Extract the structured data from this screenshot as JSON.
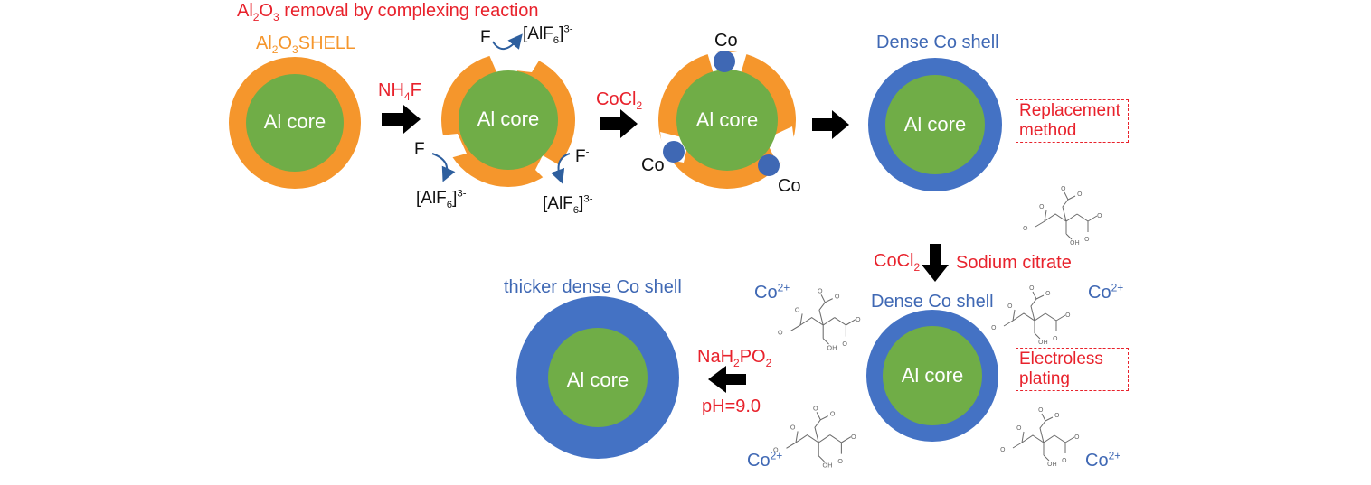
{
  "step1": {
    "title_pre": "Al",
    "title_sub1": "2",
    "title_mid": "O",
    "title_sub2": "3",
    "title_post": " removal by complexing reaction",
    "shell_pre": "Al",
    "shell_sub1": "2",
    "shell_mid": "O",
    "shell_sub2": "3",
    "shell_post": "SHELL",
    "core": "Al core",
    "reagent_pre": "NH",
    "reagent_sub": "4",
    "reagent_post": "F"
  },
  "step2": {
    "core": "Al core",
    "fluoride": "F",
    "fluoride_sup": "-",
    "complex_pre": "[AlF",
    "complex_sub": "6",
    "complex_post": "]",
    "complex_sup": "3-"
  },
  "step3": {
    "reagent_pre": "CoCl",
    "reagent_sub": "2",
    "core": "Al core",
    "co": "Co"
  },
  "step4": {
    "title": "Dense Co shell",
    "core": "Al core",
    "method": "Replacement method",
    "method_line1": "Replacement",
    "method_line2": "method"
  },
  "step5": {
    "reagent_pre": "CoCl",
    "reagent_sub": "2",
    "reagent2": "Sodium citrate",
    "title": "Dense Co shell",
    "core": "Al core",
    "method_line1": "Electroless",
    "method_line2": "plating",
    "ion": "Co",
    "ion_sup": "2+"
  },
  "step6": {
    "title": "thicker dense Co shell",
    "core": "Al core",
    "reagent_pre": "NaH",
    "reagent_sub1": "2",
    "reagent_mid": "PO",
    "reagent_sub2": "2",
    "ph": "pH=9.0"
  },
  "colors": {
    "core": "#70ad47",
    "oxide_shell": "#f5962c",
    "cobalt_shell": "#4472c4",
    "cobalt_dot": "#3f68b4",
    "label_red": "#e8222c",
    "label_blue": "#3f68b4",
    "arrow": "#000000",
    "curved_arrow": "#2e5f9e",
    "molecule": "#6b6b6b"
  },
  "icons": {
    "right_arrow": "block-arrow-right",
    "down_arrow": "block-arrow-down",
    "left_arrow": "block-arrow-left",
    "curved_arrow": "curved-arrow",
    "molecule": "citrate-structure"
  }
}
